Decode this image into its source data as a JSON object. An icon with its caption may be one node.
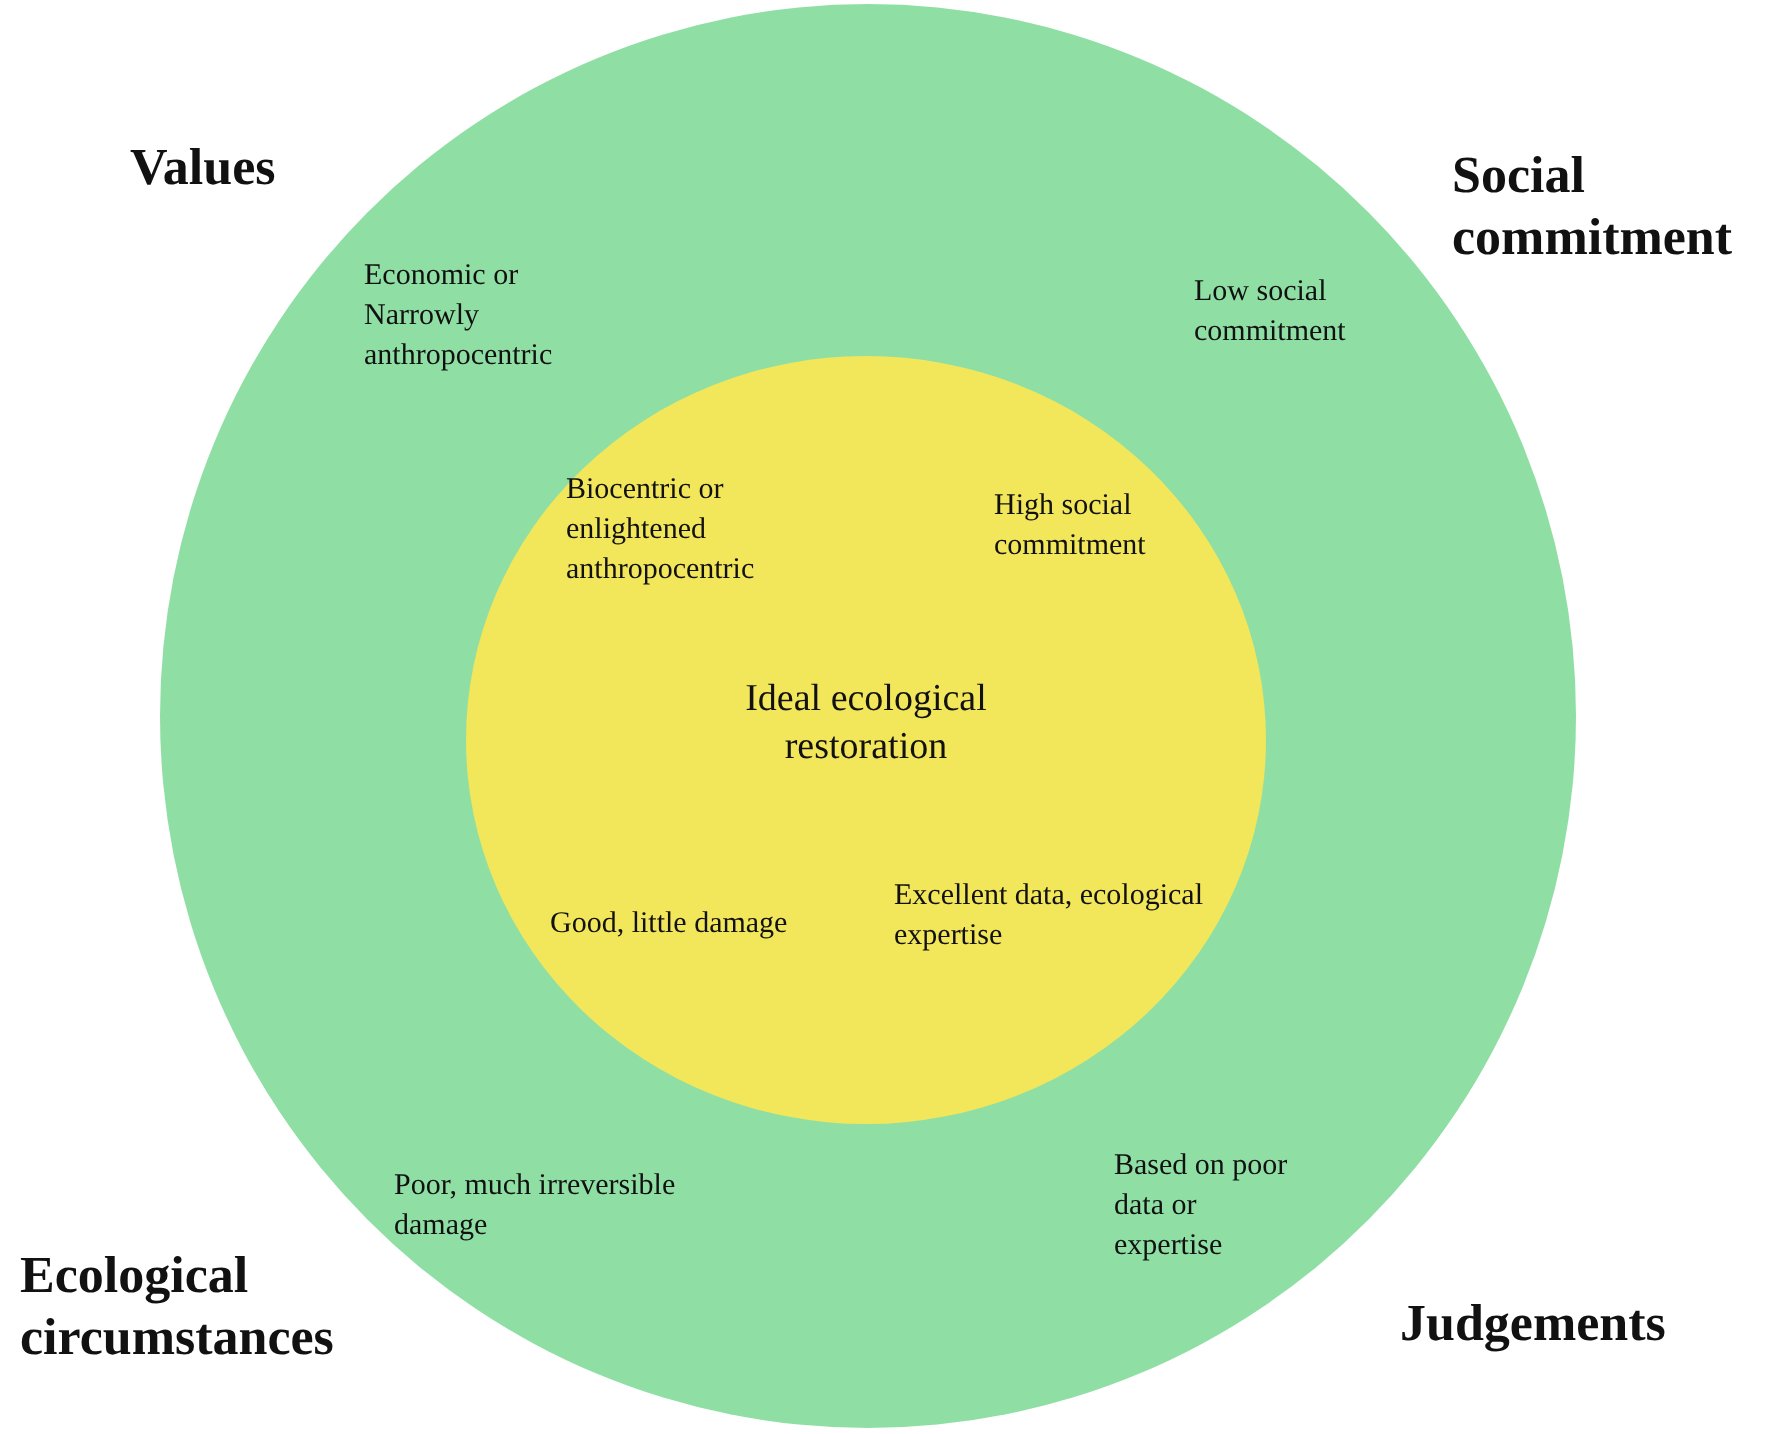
{
  "diagram": {
    "nodes": [
      {
        "text": [
          "Economic or Narrowly anthropocentric",
          "Low social commitment",
          "Poor, much irreversible damage",
          "Based on poor data or expertise"
        ]
      },
      {
        "text": [
          "Biocentric or enlightened anthropocentric",
          "High social commitment",
          "Ideal ecological restoration",
          "Good, little damage",
          "Excellent data, ecological expertise"
        ],
        "in": 0
      }
    ],
    "labels": [
      "Values",
      "Social commitment",
      "Ecological circumstances",
      "Judgements"
    ]
  }
}
